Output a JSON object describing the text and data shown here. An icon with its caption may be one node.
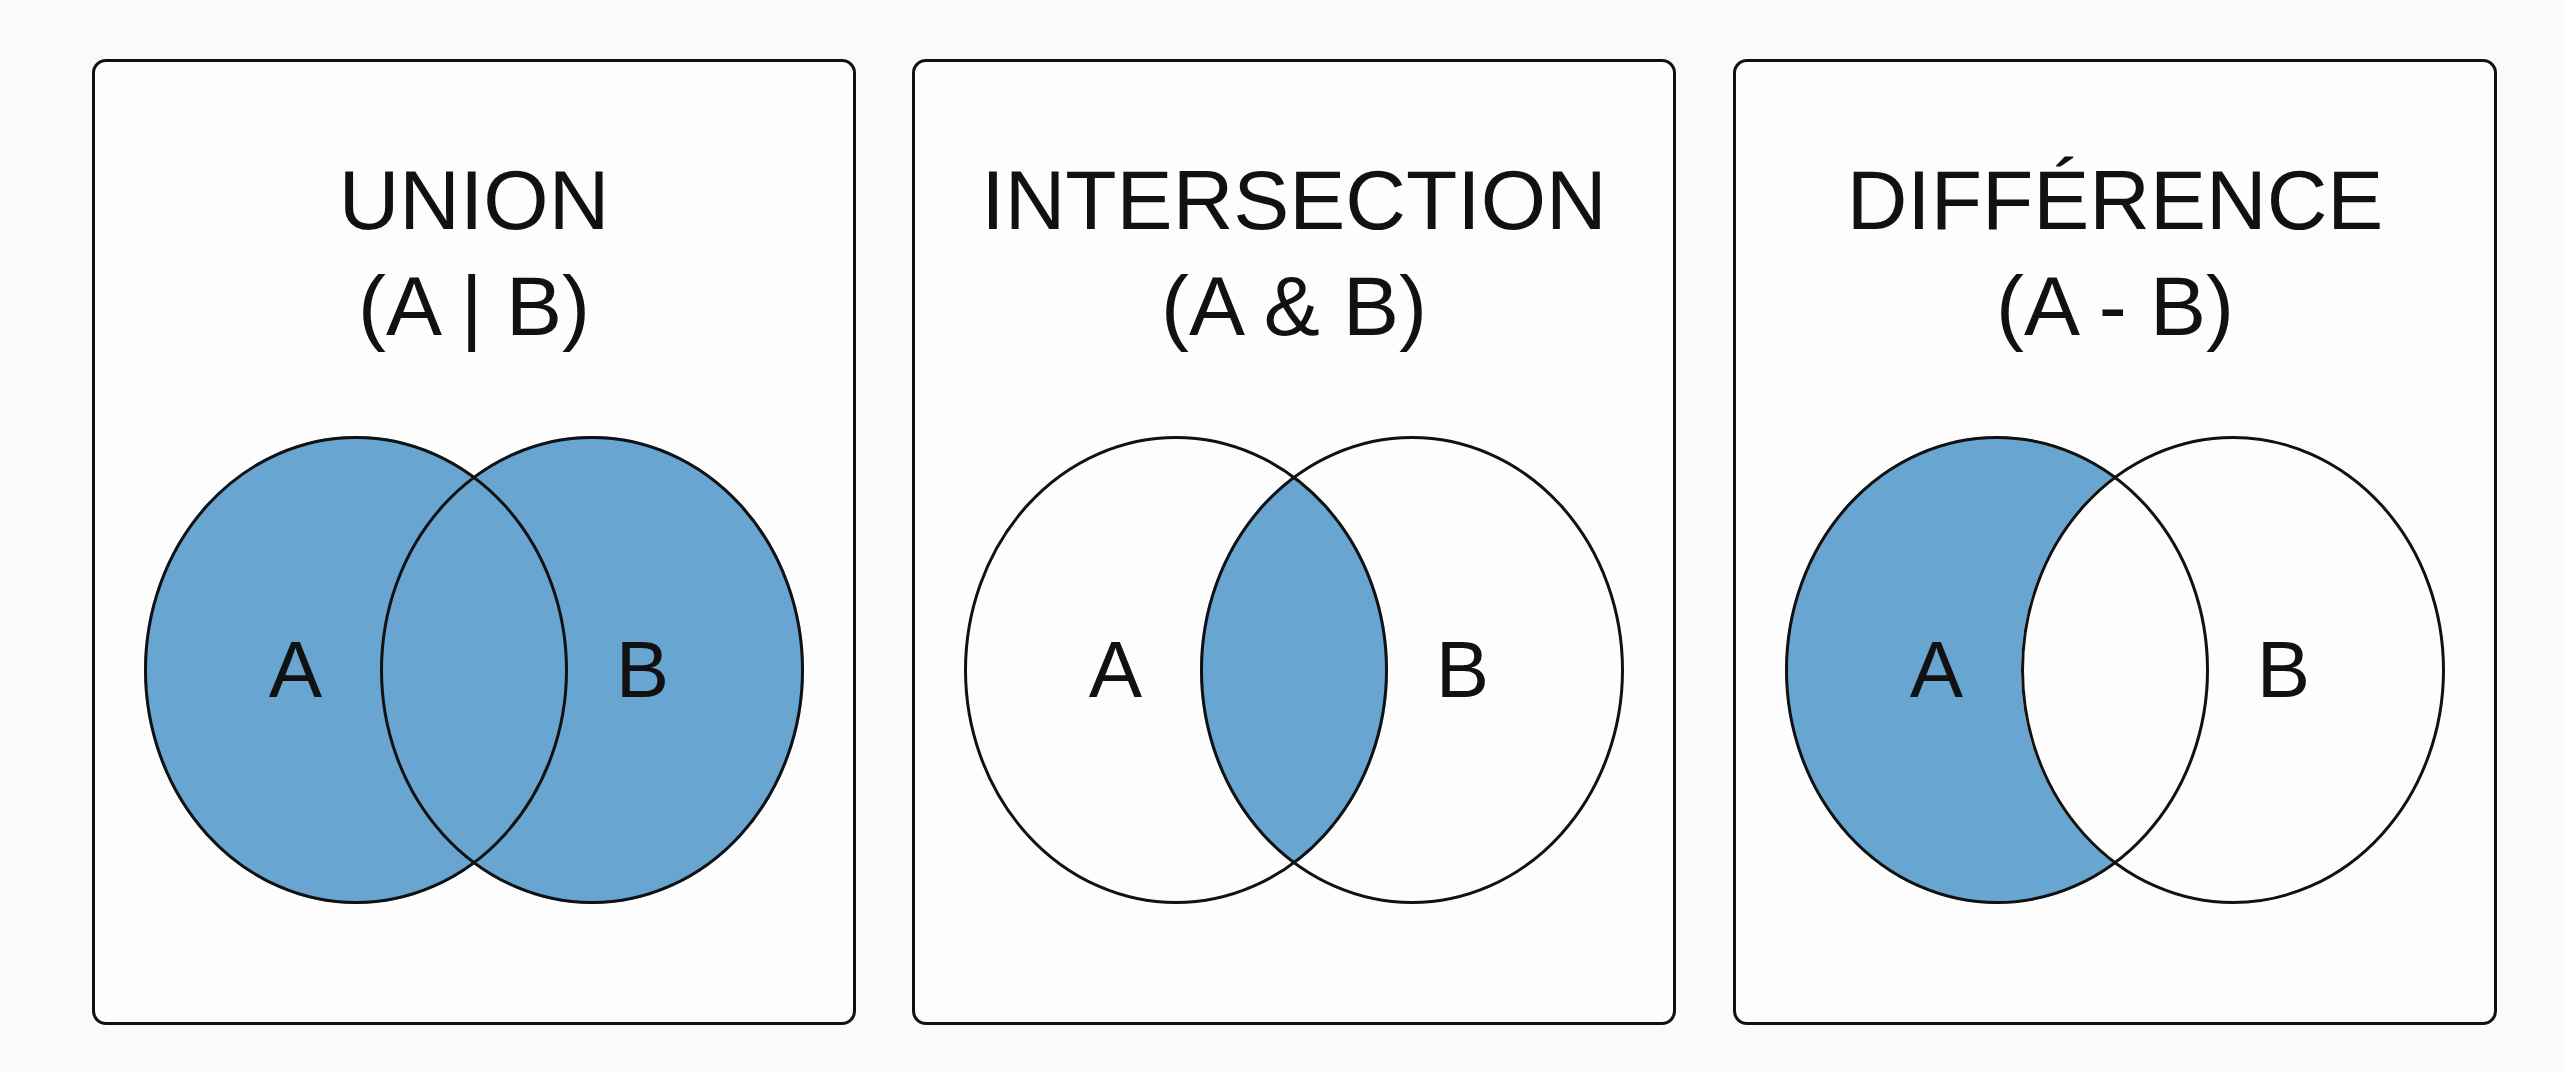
{
  "diagram": {
    "nodes": [
      {
        "text": [
          "UNION",
          "(A | B)"
        ]
      },
      {
        "text": [
          "A"
        ],
        "in": 0
      },
      {
        "text": [
          "B"
        ],
        "in": 0
      },
      {
        "text": [
          "INTERSECTION",
          "(A & B)"
        ]
      },
      {
        "text": [
          "A"
        ],
        "in": 3
      },
      {
        "text": [
          "B"
        ],
        "in": 3
      },
      {
        "text": [
          "DIFFÉRENCE",
          "(A - B)"
        ]
      },
      {
        "text": [
          "A"
        ],
        "in": 6
      },
      {
        "text": [
          "B"
        ],
        "in": 6
      }
    ],
    "edges": []
  }
}
